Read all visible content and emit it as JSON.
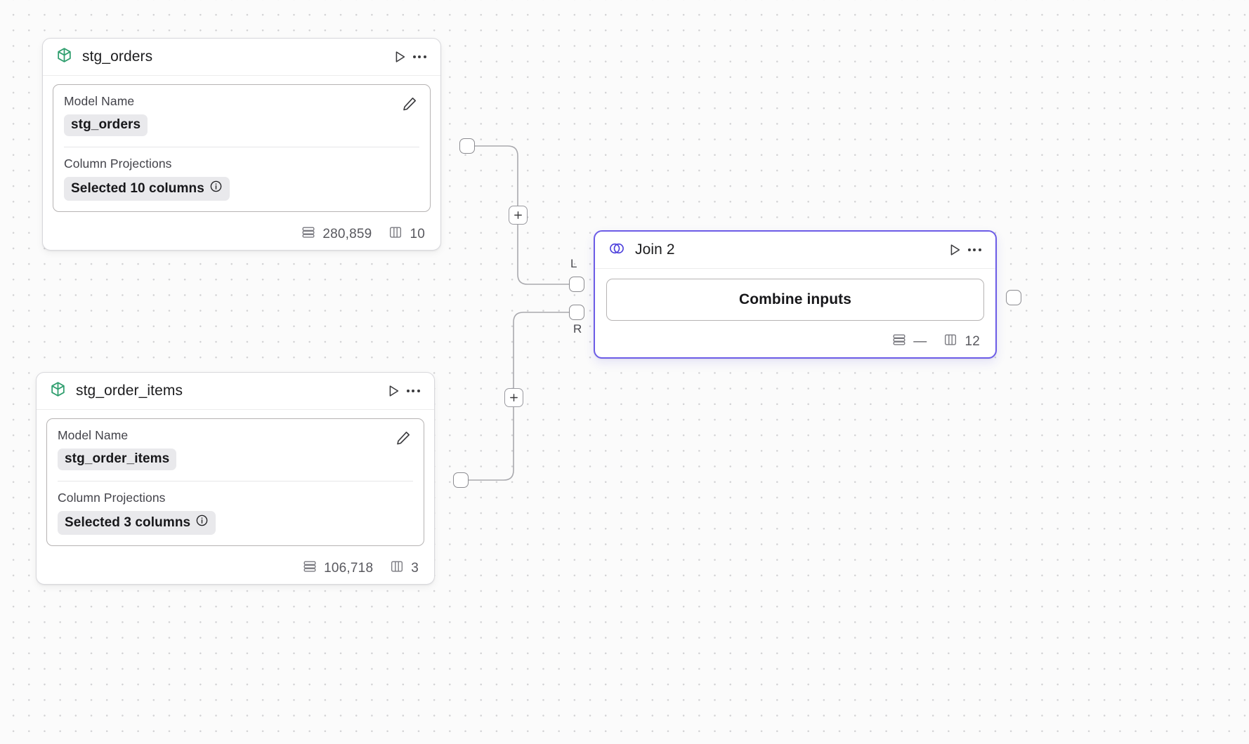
{
  "canvas": {
    "background_color": "#fbfbfb",
    "dot_color": "#d2d2d4",
    "accent_color": "#6c5ce7"
  },
  "nodes": [
    {
      "id": "stg_orders",
      "type": "model",
      "title": "stg_orders",
      "icon": "cube-icon",
      "icon_color": "#2f9e6e",
      "run_label": "Run",
      "menu_label": "More options",
      "fields": [
        {
          "label": "Model Name",
          "value": "stg_orders"
        },
        {
          "label": "Column Projections",
          "value": "Selected 10 columns",
          "info": "i"
        }
      ],
      "footer": {
        "rows_label": "280,859",
        "columns_label": "10"
      },
      "selected": false
    },
    {
      "id": "stg_order_items",
      "type": "model",
      "title": "stg_order_items",
      "icon": "cube-icon",
      "icon_color": "#2f9e6e",
      "run_label": "Run",
      "menu_label": "More options",
      "fields": [
        {
          "label": "Model Name",
          "value": "stg_order_items"
        },
        {
          "label": "Column Projections",
          "value": "Selected 3 columns",
          "info": "i"
        }
      ],
      "footer": {
        "rows_label": "106,718",
        "columns_label": "3"
      },
      "selected": false
    },
    {
      "id": "join_2",
      "type": "join",
      "title": "Join 2",
      "icon": "venn-join-icon",
      "icon_color": "#4a3ddb",
      "run_label": "Run",
      "menu_label": "More options",
      "body_label": "Combine inputs",
      "ports": {
        "left_label": "L",
        "right_label": "R"
      },
      "footer": {
        "rows_label": "—",
        "columns_label": "12"
      },
      "selected": true
    }
  ],
  "edge_buttons": [
    {
      "id": "add-node-top",
      "label": "+"
    },
    {
      "id": "add-node-bottom",
      "label": "+"
    }
  ]
}
